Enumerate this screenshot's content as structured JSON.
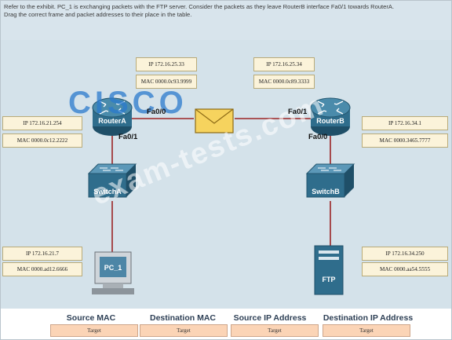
{
  "instructions": {
    "line1": "Refer to the exhibit. PC_1 is exchanging packets with the FTP server. Consider the packets as they leave RouterB interface Fa0/1 towards RouterA.",
    "line2": "Drag the correct frame and packet addresses to their place in the table."
  },
  "logo": {
    "word": "CISCO"
  },
  "watermark": "exam-tests.com",
  "devices": {
    "routerA": "RouterA",
    "routerB": "RouterB",
    "switchA": "SwitchA",
    "switchB": "SwitchB",
    "pc": "PC_1",
    "server": "FTP"
  },
  "interfaces": {
    "ra_fa00": "Fa0/0",
    "ra_fa01": "Fa0/1",
    "rb_fa01": "Fa0/1",
    "rb_fa00": "Fa0/0"
  },
  "addresses": {
    "ra_fa00_ip": "IP 172.16.25.33",
    "ra_fa00_mac": "MAC 0000.0c93.9999",
    "rb_fa01_ip": "IP 172.16.25.34",
    "rb_fa01_mac": "MAC 0000.0c89.3333",
    "ra_fa01_ip": "IP 172.16.21.254",
    "ra_fa01_mac": "MAC 0000.0c12.2222",
    "rb_fa00_ip": "IP 172.16.34.1",
    "rb_fa00_mac": "MAC 0000.3465.7777",
    "pc_ip": "IP 172.16.21.7",
    "pc_mac": "MAC 0000.ad12.6666",
    "ftp_ip": "IP 172.16.34.250",
    "ftp_mac": "MAC 0000.aa54.5555"
  },
  "table": {
    "headers": [
      "Source MAC",
      "Destination MAC",
      "Source IP Address",
      "Destination IP Address"
    ],
    "targets": [
      "Target",
      "Target",
      "Target",
      "Target"
    ]
  },
  "colors": {
    "canvas_bg": "#d4e2ea",
    "router": "#2f6d8c",
    "switch": "#2f6d8c",
    "link": "#9b2424",
    "info_box": "#fbf3da",
    "target_box": "#fbd4b6"
  }
}
